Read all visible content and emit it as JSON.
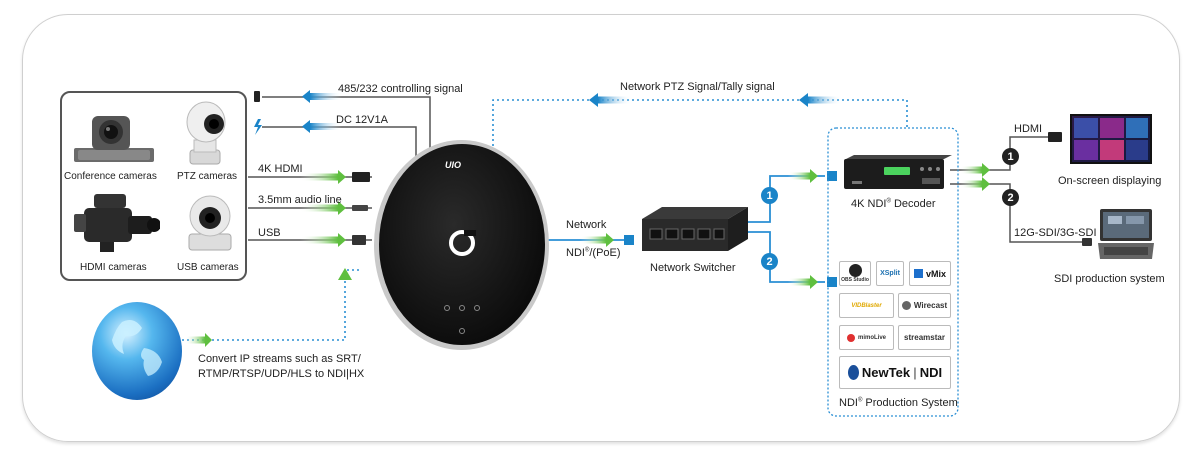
{
  "cameras": {
    "conference": "Conference cameras",
    "ptz": "PTZ cameras",
    "hdmi": "HDMI cameras",
    "usb": "USB cameras"
  },
  "links": {
    "rs485": "485/232 controlling signal",
    "dc": "DC 12V1A",
    "hdmi_4k": "4K HDMI",
    "audio": "3.5mm audio line",
    "usb": "USB",
    "network_ptz": "Network PTZ Signal/Tally signal",
    "network": "Network",
    "ndi_poe_pre": "NDI",
    "ndi_poe_sup": "®",
    "ndi_poe_post": "/(PoE)",
    "hdmi_out": "HDMI",
    "sdi_out": "12G-SDI/3G-SDI"
  },
  "devices": {
    "switcher": "Network Switcher",
    "decoder_pre": "4K NDI",
    "decoder_sup": "®",
    "decoder_post": " Decoder",
    "production_pre": "NDI",
    "production_sup": "®",
    "production_post": " Production System",
    "encoder_brand": "UIO",
    "display": "On-screen displaying",
    "sdi_system": "SDI production system"
  },
  "ip_streams": {
    "line1": "Convert IP streams such as SRT/",
    "line2": "RTMP/RTSP/UDP/HLS to NDI|HX"
  },
  "badges": {
    "one": "1",
    "two": "2"
  },
  "software": {
    "obs": "OBS Studio",
    "xsplit": "XSplit",
    "vmix": "vMix",
    "vidblaster": "VIDBlaster",
    "wirecast": "Wirecast",
    "mimolive": "mimoLive",
    "streamstar": "streamstar",
    "newtek": "NewTek",
    "ndi": "NDI"
  },
  "colors": {
    "frame_border": "#cfcfcf",
    "link_line": "#555555",
    "arrow_green": "#5fbf3f",
    "arrow_blue": "#1a84c8",
    "network_dotted": "#2a8fd4"
  }
}
